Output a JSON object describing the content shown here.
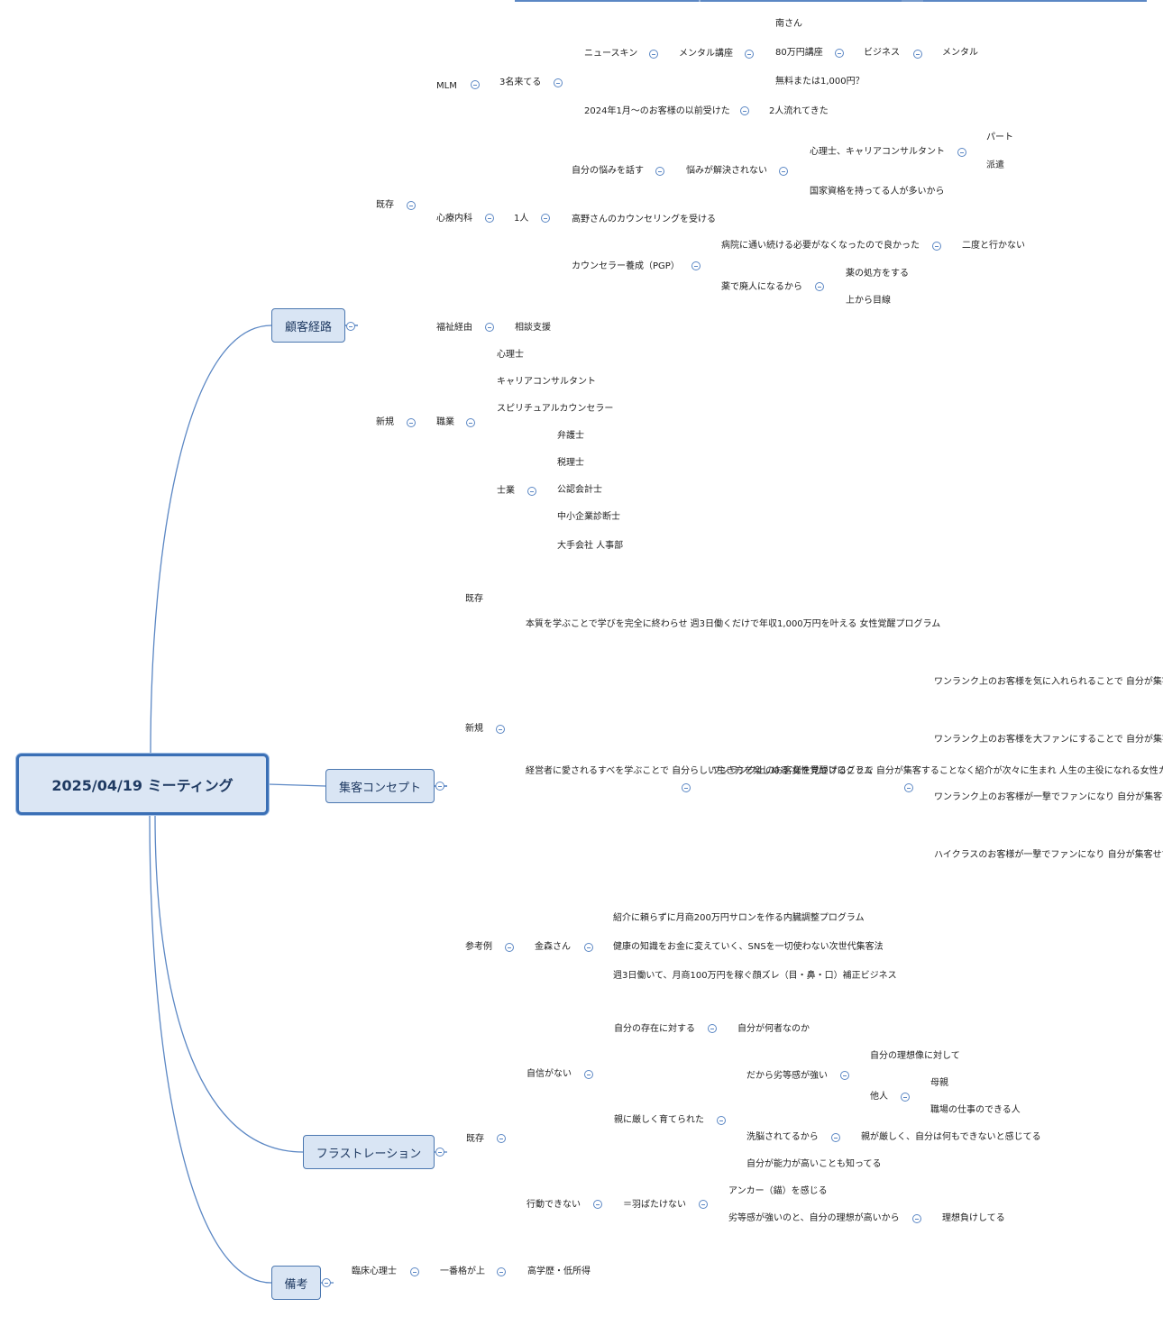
{
  "title": "2025/04/19 ミーティング",
  "branches": {
    "kokyaku": "顧客経路",
    "shukyaku": "集客コンセプト",
    "frust": "フラストレーション",
    "biko": "備考"
  },
  "nodes": {
    "n_kison": "既存",
    "n_mlm": "MLM",
    "n_3mei": "3名来てる",
    "n_newskin": "ニュースキン",
    "n_mental_koza": "メンタル講座",
    "n_minami": "南さん",
    "n_80man": "80万円講座",
    "n_business": "ビジネス",
    "n_mental": "メンタル",
    "n_muryo": "無料または1,000円？",
    "n_2024": "2024年1月〜のお客様の以前受けた",
    "n_2nin": "2人流れてきた",
    "n_shinryo": "心療内科",
    "n_1nin": "1人",
    "n_nayami": "自分の悩みを話す",
    "n_kaiketsu": "悩みが解決されない",
    "n_shinrishi_cc": "心理士、キャリアコンサルタント",
    "n_part": "パート",
    "n_haken": "派遣",
    "n_kokka": "国家資格を持ってる人が多いから",
    "n_takano": "高野さんのカウンセリングを受ける",
    "n_pgp": "カウンセラー養成（PGP）",
    "n_byoin": "病院に通い続ける必要がなくなったので良かった",
    "n_nido": "二度と行かない",
    "n_haijin": "薬で廃人になるから",
    "n_shoho": "薬の処方をする",
    "n_uekara": "上から目線",
    "n_fukushi": "福祉経由",
    "n_sodan": "相談支援",
    "n_shinki": "新規",
    "n_shokugyo": "職業",
    "n_shinrishi": "心理士",
    "n_career": "キャリアコンサルタント",
    "n_spiritual": "スピリチュアルカウンセラー",
    "n_shigyo": "士業",
    "n_bengoshi": "弁護士",
    "n_zeirishi": "税理士",
    "n_kaikeishi": "公認会計士",
    "n_shindanshi": "中小企業診断士",
    "n_jinji": "大手会社 人事部",
    "s_kison": "既存",
    "s_shinki": "新規",
    "s_honshitsu": "本質を学ぶことで学びを完全に終わらせ\n週3日働くだけで年収1,000万円を叶える\n女性覚醒プログラム",
    "s_keieisha": "経営者に愛されるすべを学ぶことで\n自分らしい生き方を楽しめる\n女性覚醒プログラム",
    "s_onerank": "ワンランク上のお客様を見つけることで\n自分が集客することなく紹介が次々に生まれ\n人生の主役になれる女性カウンセラー起業",
    "s_c1": "ワンランク上のお客様を気に入れられることで\n自分が集客せずともVIP顧客の紹介が次々に生まれ\n人生の主役になれる女性カウンセラー起業",
    "s_c2": "ワンランク上のお客様を大ファンにすることで\n自分が集客せずともVIP顧客の紹介が次々に生まれ\n人生の主役になれる高野式ファンマーケティング",
    "s_c3": "ワンランク上のお客様が一撃でファンになり\n自分が集客せずともVIP顧客の紹介の渦が生まれ\n人生のヒロインになれるヒロインシフト",
    "s_c4": "ハイクラスのお客様が一撃でファンになり\n自分が集客せずともVIP顧客の紹介が次々に生まれ\n人生の主役になれるVIPファンオートメーション",
    "s_sankorei": "参考例",
    "s_kanamori": "金森さん",
    "s_r1": "紹介に頼らずに月商200万円サロンを作る内臓調整プログラム",
    "s_r2": "健康の知識をお金に変えていく、SNSを一切使わない次世代集客法",
    "s_r3": "週3日働いて、月商100万円を稼ぐ顔ズレ（目・鼻・口）補正ビジネス",
    "f_kison": "既存",
    "f_jishin": "自信がない",
    "f_sonzai": "自分の存在に対する",
    "f_nanisha": "自分が何者なのか",
    "f_kibishiku": "親に厳しく育てられた",
    "f_rettou": "だから劣等感が強い",
    "f_riso": "自分の理想像に対して",
    "f_tanin": "他人",
    "f_hahaoya": "母親",
    "f_shokuba": "職場の仕事のできる人",
    "f_sennou": "洗脳されてるから",
    "f_oyakibishi": "親が厳しく、自分は何もできないと感じてる",
    "f_noryoku": "自分が能力が高いことも知ってる",
    "f_kodo": "行動できない",
    "f_habatake": "＝羽ばたけない",
    "f_anchor": "アンカー（錨）を感じる",
    "f_rettou2": "劣等感が強いのと、自分の理想が高いから",
    "f_risomake": "理想負けしてる",
    "b_rinsho": "臨床心理士",
    "b_ichiban": "一番格が上",
    "b_gakureki": "高学歴・低所得"
  }
}
